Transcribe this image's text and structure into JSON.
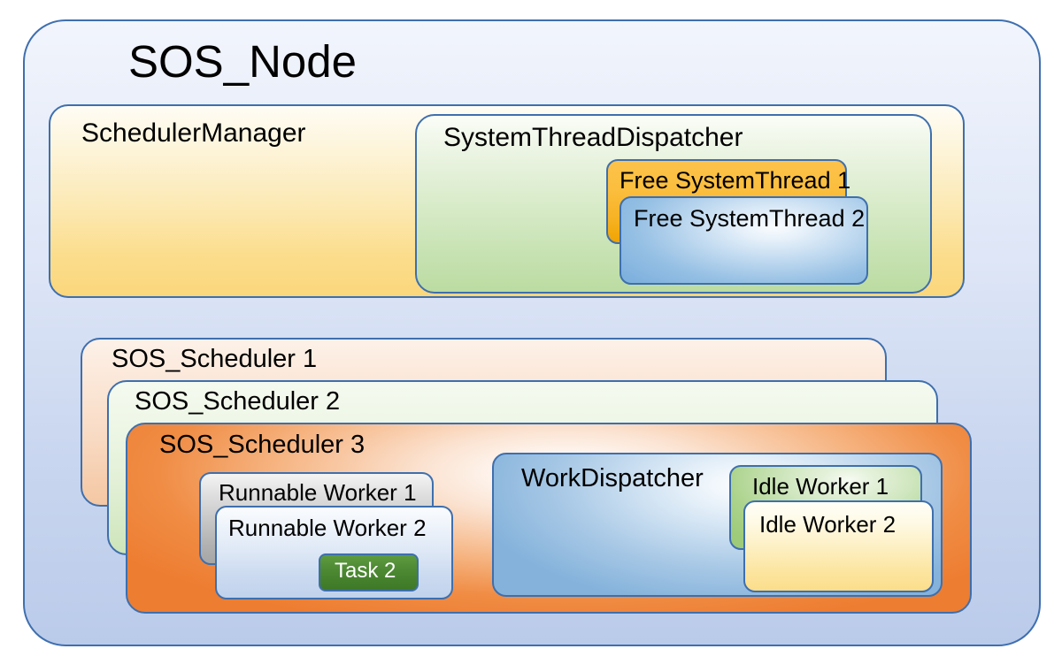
{
  "diagram": {
    "title": "SOS_Node",
    "node": {
      "label": "SOS_Node",
      "fill_top": "#F2F5FC",
      "fill_bottom": "#BACBEA",
      "border": "#3F6FAF"
    },
    "scheduler_manager": {
      "label": "SchedulerManager",
      "fill_top": "#FEFCF4",
      "fill_bottom": "#FBD77C"
    },
    "system_thread_dispatcher": {
      "label": "SystemThreadDispatcher",
      "fill_top": "#FBFDF8",
      "fill_bottom": "#BBDCA2",
      "threads": [
        {
          "label": "Free SystemThread 1",
          "color": "#F7B223",
          "state": "free"
        },
        {
          "label": "Free SystemThread 2",
          "color": "#96C0E4",
          "state": "free"
        }
      ]
    },
    "schedulers": [
      {
        "label": "SOS_Scheduler 1",
        "fill_top": "#FDF1E8",
        "fill_bottom": "#F4C8A4"
      },
      {
        "label": "SOS_Scheduler 2",
        "fill_top": "#F5FAF0",
        "fill_bottom": "#CDE5B9"
      },
      {
        "label": "SOS_Scheduler 3",
        "fill_top": "#FFFFFF",
        "fill_bottom": "#ED7D31"
      }
    ],
    "runnable_workers": [
      {
        "label": "Runnable Worker 1",
        "color": "#C7C7C7",
        "state": "runnable"
      },
      {
        "label": "Runnable Worker 2",
        "color": "#DEE8F6",
        "state": "runnable"
      }
    ],
    "task": {
      "label": "Task 2",
      "color": "#4E8A33",
      "text_color": "#FFFFFF"
    },
    "work_dispatcher": {
      "label": "WorkDispatcher",
      "fill_center": "#FDFEFF",
      "fill_edge": "#84B2DB"
    },
    "idle_workers": [
      {
        "label": "Idle Worker 1",
        "color": "#ACD38C",
        "state": "idle"
      },
      {
        "label": "Idle Worker 2",
        "color": "#FCE5A0",
        "state": "idle"
      }
    ]
  }
}
